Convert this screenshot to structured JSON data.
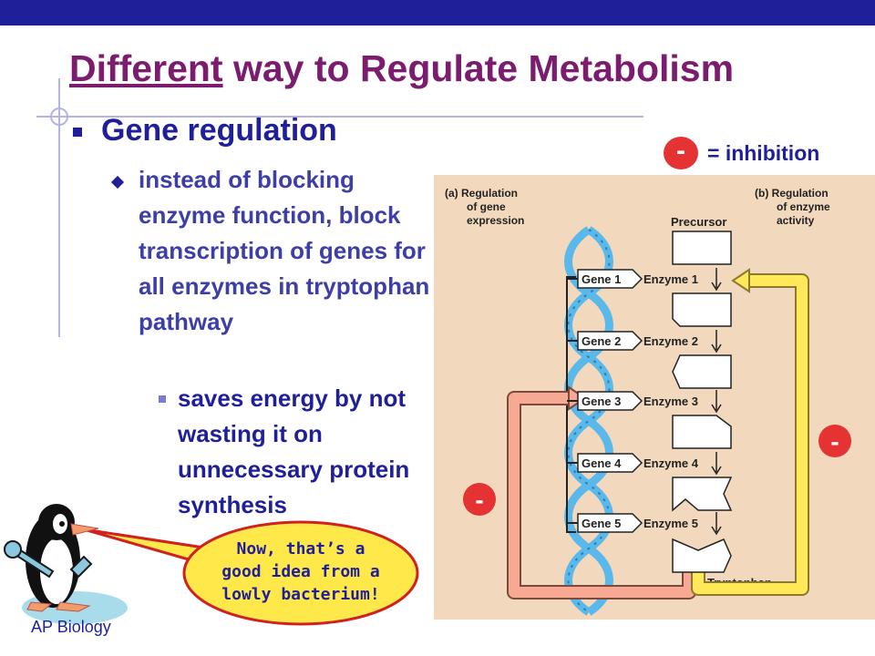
{
  "slide": {
    "title_underlined": "Different",
    "title_rest": " way to Regulate Metabolism",
    "bullet1": "Gene regulation",
    "bullet2": "instead of blocking enzyme function, block transcription of genes for all enzymes in tryptophan pathway",
    "bullet3": "saves energy by not wasting it on unnecessary protein synthesis",
    "legend_sign": "-",
    "legend_text": "= inhibition",
    "footer": "AP Biology",
    "speech": [
      "Now, that’s a",
      "good idea from a",
      "lowly bacterium!"
    ]
  },
  "diagram": {
    "label_a": [
      "(a) Regulation",
      "of gene",
      "expression"
    ],
    "label_b": [
      "(b) Regulation",
      "of enzyme",
      "activity"
    ],
    "precursor": "Precursor",
    "product": "Tryptophan",
    "genes": [
      "Gene 1",
      "Gene 2",
      "Gene 3",
      "Gene 4",
      "Gene 5"
    ],
    "enzymes": [
      "Enzyme 1",
      "Enzyme 2",
      "Enzyme 3",
      "Enzyme 4",
      "Enzyme 5"
    ],
    "inhibit_sign": "-"
  },
  "colors": {
    "title": "#7b1c6e",
    "bar": "#1f1f99",
    "diagram_bg": "#f2d9be",
    "inhibit": "#e53232",
    "yellow_arrow": "#ffe85a",
    "pink_arrow": "#f8a993",
    "dna": "#5ab8ea"
  }
}
